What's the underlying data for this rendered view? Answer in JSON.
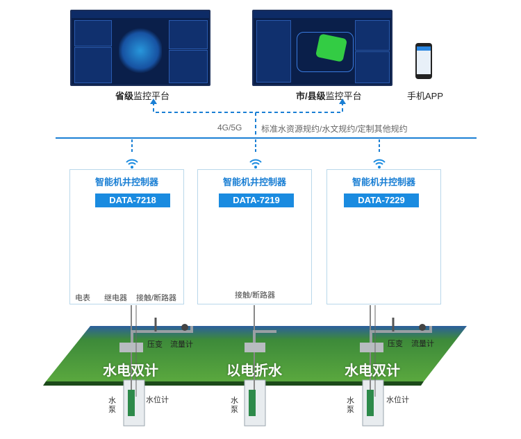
{
  "platforms": {
    "provincial": {
      "bold": "省级",
      "rest": "监控平台"
    },
    "city": {
      "bold": "市/县级",
      "rest": "监控平台"
    },
    "mobile": "手机APP"
  },
  "network": {
    "cellular": "4G/5G",
    "protocols": "标准水资源规约/水文规约/定制其他规约"
  },
  "controllers": [
    {
      "title": "智能机井控制器",
      "model": "DATA-7218",
      "labels": [
        "电表",
        "继电器",
        "接触/断路器"
      ]
    },
    {
      "title": "智能机井控制器",
      "model": "DATA-7219",
      "labels": [
        "接触/断路器"
      ]
    },
    {
      "title": "智能机井控制器",
      "model": "DATA-7229",
      "labels": []
    }
  ],
  "modes": [
    "水电双计",
    "以电折水",
    "水电双计"
  ],
  "pipe_labels": {
    "pressure": "压变",
    "flow": "流量计"
  },
  "well_labels": {
    "pump": "水泵",
    "level": "水位计"
  },
  "colors": {
    "accent": "#1a8be0",
    "line": "#1a7fd4",
    "field": "#3f8f2e",
    "sky": "#1a2f66"
  }
}
